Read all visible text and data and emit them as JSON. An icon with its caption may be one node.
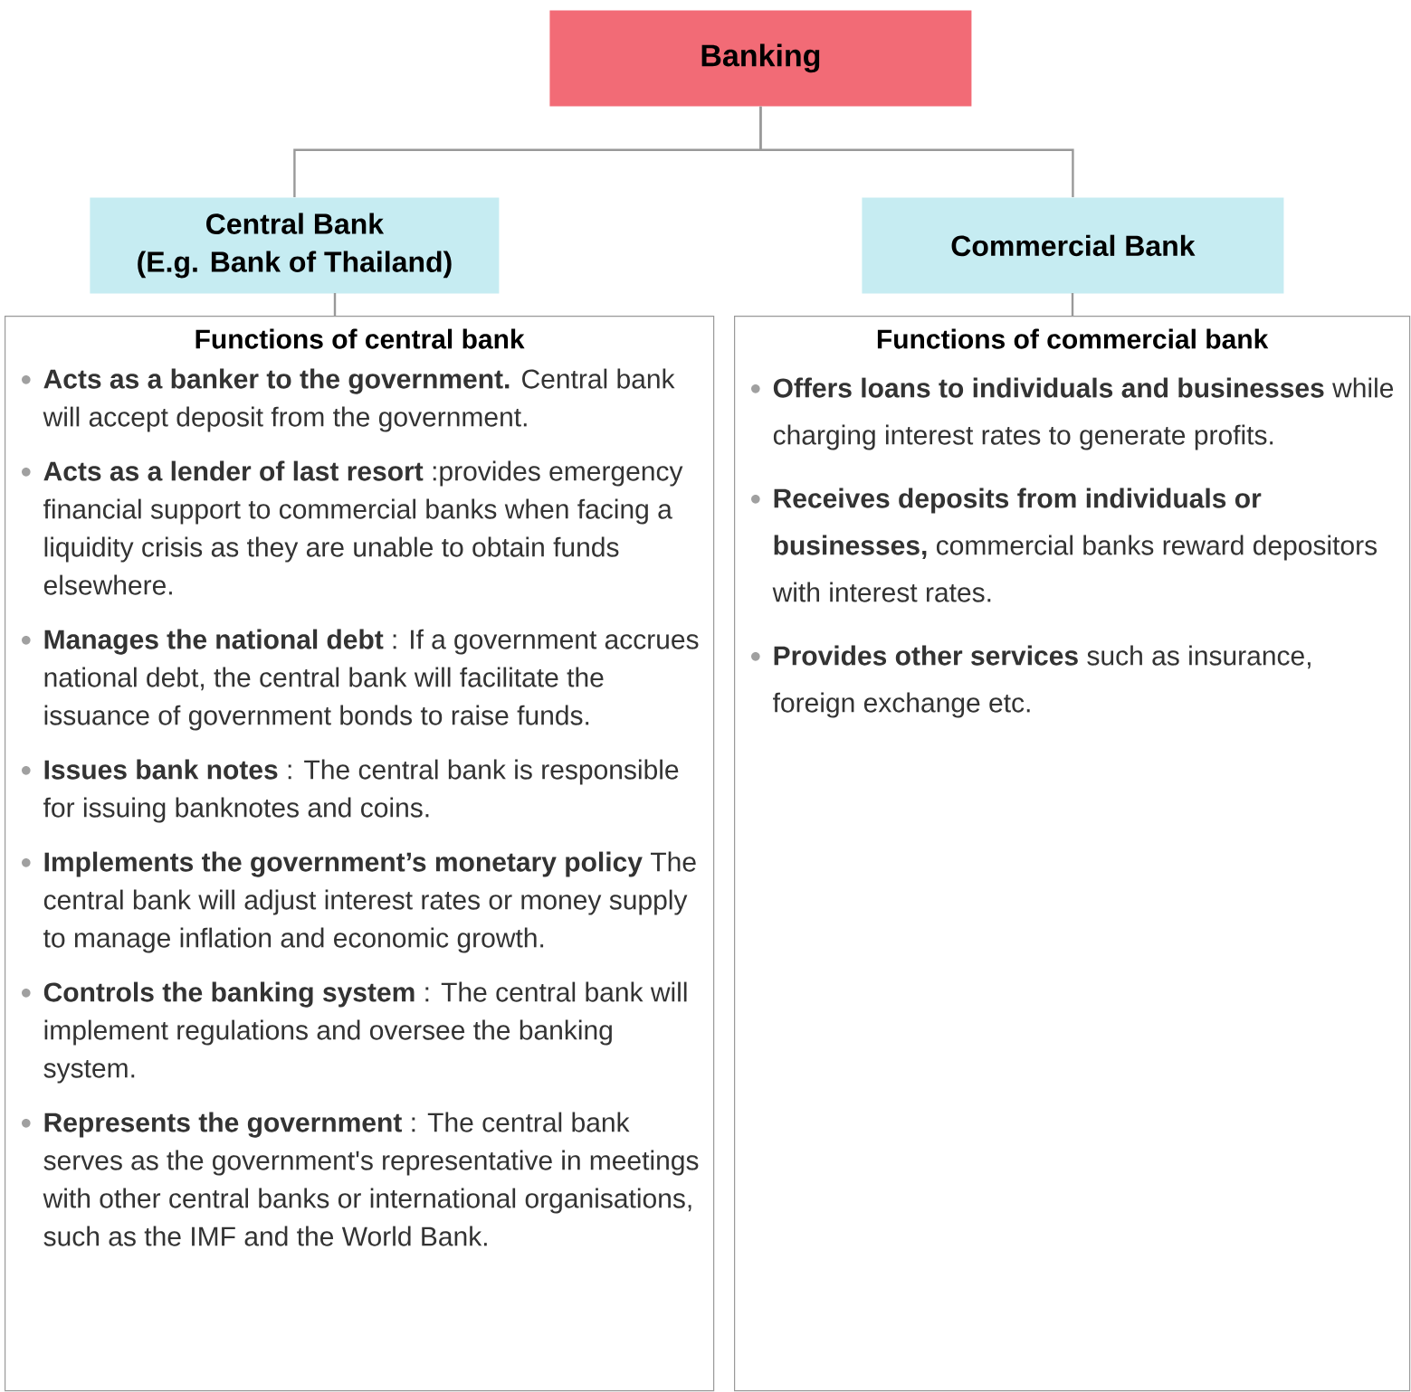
{
  "diagram": {
    "nodes": [
      {
        "text": [
          "Banking"
        ]
      },
      {
        "text": [
          "Central Bank",
          "(E.g. Bank of Thailand)"
        ]
      },
      {
        "text": [
          "Commercial Bank"
        ]
      },
      {
        "text": [
          "Functions of central bank",
          "**Acts as a banker to the government.** Central bank will accept deposit from the government.",
          "**Acts as a lender of last resort** :provides emergency financial support to commercial banks when facing a liquidity crisis as they are unable to obtain funds elsewhere.",
          "**Manages the national debt** : If a government accrues national debt, the central bank will facilitate the issuance of government bonds to raise funds.",
          "**Issues bank notes** : The central bank is responsible for issuing banknotes and coins.",
          "**Implements the government’s monetary policy** The central bank will adjust interest rates or money supply to manage inflation and economic growth.",
          "**Controls the banking system** : The central bank will implement regulations and oversee the banking system.",
          "**Represents the government** : The central bank serves as the government's representative in meetings with other central banks or international organisations, such as the IMF and the World Bank."
        ]
      },
      {
        "text": [
          "Functions of commercial bank",
          "**Offers loans to individuals and businesses** while charging interest rates to generate profits.",
          "**Receives deposits from individuals or businesses,** commercial banks reward depositors with interest rates.",
          "**Provides other services** such as insurance, foreign exchange etc."
        ]
      }
    ],
    "edges": [
      {
        "from": 0,
        "to": 1,
        "arrow": "none"
      },
      {
        "from": 0,
        "to": 2,
        "arrow": "none"
      },
      {
        "from": 1,
        "to": 3,
        "arrow": "none"
      },
      {
        "from": 2,
        "to": 4,
        "arrow": "none"
      }
    ]
  }
}
